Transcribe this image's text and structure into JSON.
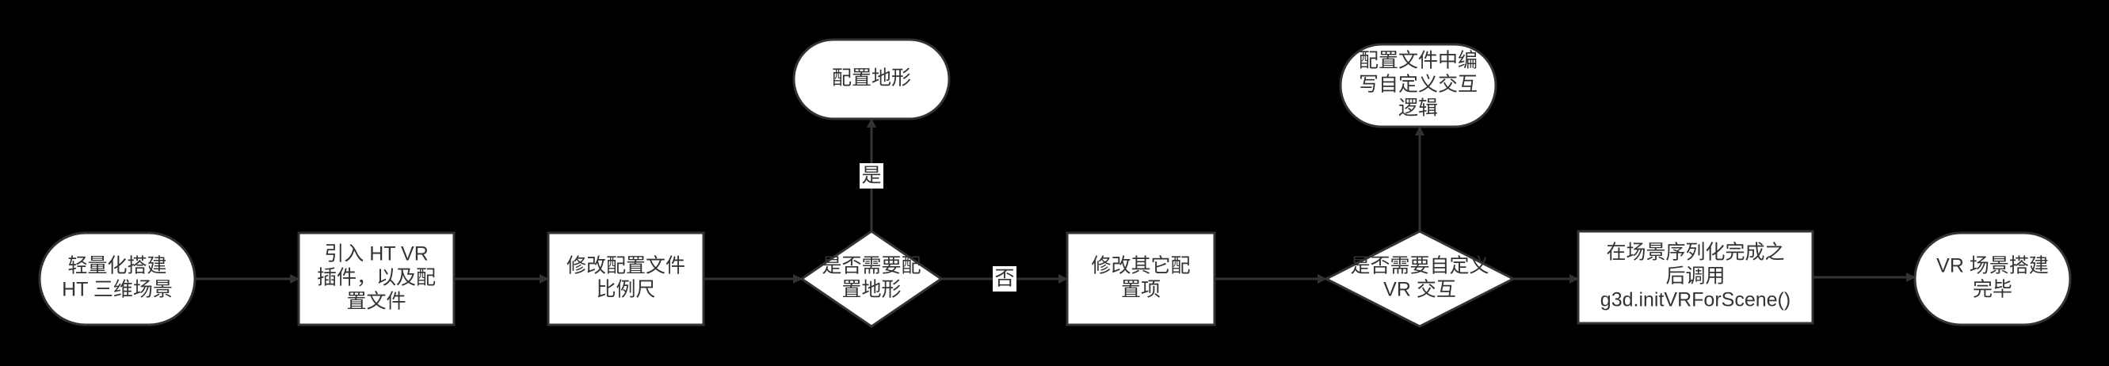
{
  "colors": {
    "background": "#000000",
    "node_fill": "#ffffff",
    "node_stroke": "#333333",
    "edge": "#333333",
    "text": "#333333"
  },
  "nodes": {
    "start": {
      "label": [
        "轻量化搭建",
        "HT 三维场景"
      ],
      "shape": "terminal"
    },
    "import_plugin": {
      "label": [
        "引入 HT VR",
        "插件，以及配",
        "置文件"
      ],
      "shape": "process"
    },
    "modify_scale": {
      "label": [
        "修改配置文件",
        "比例尺"
      ],
      "shape": "process"
    },
    "decision_terrain": {
      "label": [
        "是否需要配",
        "置地形"
      ],
      "shape": "decision"
    },
    "config_terrain": {
      "label": [
        "配置地形"
      ],
      "shape": "terminal"
    },
    "modify_other": {
      "label": [
        "修改其它配",
        "置项"
      ],
      "shape": "process"
    },
    "decision_interaction": {
      "label": [
        "是否需要自定义",
        "VR 交互"
      ],
      "shape": "decision"
    },
    "custom_logic": {
      "label": [
        "配置文件中编",
        "写自定义交互",
        "逻辑"
      ],
      "shape": "terminal"
    },
    "init_vr": {
      "label": [
        "在场景序列化完成之",
        "后调用",
        "g3d.initVRForScene()"
      ],
      "shape": "process"
    },
    "end": {
      "label": [
        "VR 场景搭建",
        "完毕"
      ],
      "shape": "terminal"
    }
  },
  "edges": [
    {
      "from": "start",
      "to": "import_plugin",
      "label": ""
    },
    {
      "from": "import_plugin",
      "to": "modify_scale",
      "label": ""
    },
    {
      "from": "modify_scale",
      "to": "decision_terrain",
      "label": ""
    },
    {
      "from": "decision_terrain",
      "to": "config_terrain",
      "label": "是"
    },
    {
      "from": "decision_terrain",
      "to": "modify_other",
      "label": "否"
    },
    {
      "from": "modify_other",
      "to": "decision_interaction",
      "label": ""
    },
    {
      "from": "decision_interaction",
      "to": "custom_logic",
      "label": ""
    },
    {
      "from": "decision_interaction",
      "to": "init_vr",
      "label": ""
    },
    {
      "from": "init_vr",
      "to": "end",
      "label": ""
    }
  ]
}
